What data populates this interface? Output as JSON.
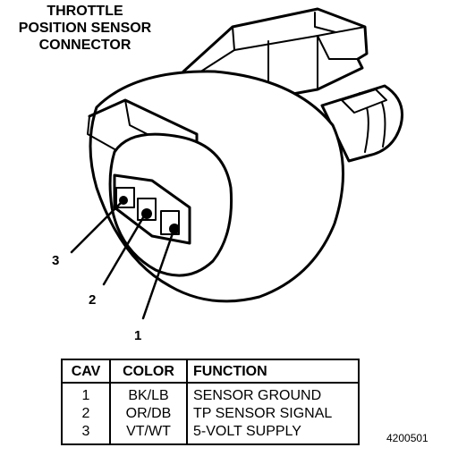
{
  "title": {
    "line1": "THROTTLE",
    "line2": "POSITION SENSOR",
    "line3": "CONNECTOR"
  },
  "callouts": [
    "3",
    "2",
    "1"
  ],
  "table": {
    "headers": [
      "CAV",
      "COLOR",
      "FUNCTION"
    ],
    "rows": [
      [
        "1",
        "BK/LB",
        "SENSOR GROUND"
      ],
      [
        "2",
        "OR/DB",
        "TP SENSOR SIGNAL"
      ],
      [
        "3",
        "VT/WT",
        "5-VOLT SUPPLY"
      ]
    ]
  },
  "figure_number": "4200501"
}
